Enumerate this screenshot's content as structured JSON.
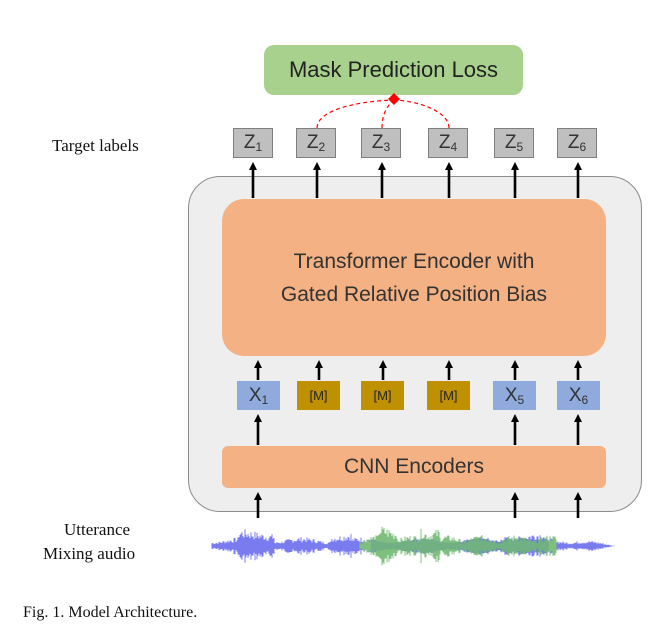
{
  "loss_label": "Mask Prediction Loss",
  "target_labels": "Target labels",
  "targets": [
    {
      "letter": "Z",
      "sub": "1"
    },
    {
      "letter": "Z",
      "sub": "2"
    },
    {
      "letter": "Z",
      "sub": "3"
    },
    {
      "letter": "Z",
      "sub": "4"
    },
    {
      "letter": "Z",
      "sub": "5"
    },
    {
      "letter": "Z",
      "sub": "6"
    }
  ],
  "transformer": {
    "line1": "Transformer Encoder with",
    "line2": "Gated Relative Position Bias"
  },
  "inputs": [
    {
      "letter": "X",
      "sub": "1"
    },
    {
      "label": "[M]"
    },
    {
      "label": "[M]"
    },
    {
      "label": "[M]"
    },
    {
      "letter": "X",
      "sub": "5"
    },
    {
      "letter": "X",
      "sub": "6"
    }
  ],
  "cnn_label": "CNN Encoders",
  "audio_labels": {
    "line1": "Utterance",
    "line2": "Mixing  audio"
  },
  "caption": "Fig. 1.  Model Architecture.",
  "colors": {
    "loss": "#a9d18e",
    "encoder": "#f4b183",
    "target": "#bfbfbf",
    "unmasked": "#8faadc",
    "masked": "#bf9000",
    "loss_link": "#ff0000",
    "wave_main": "#7b7bf0",
    "wave_mix": "#7fbf7f"
  }
}
